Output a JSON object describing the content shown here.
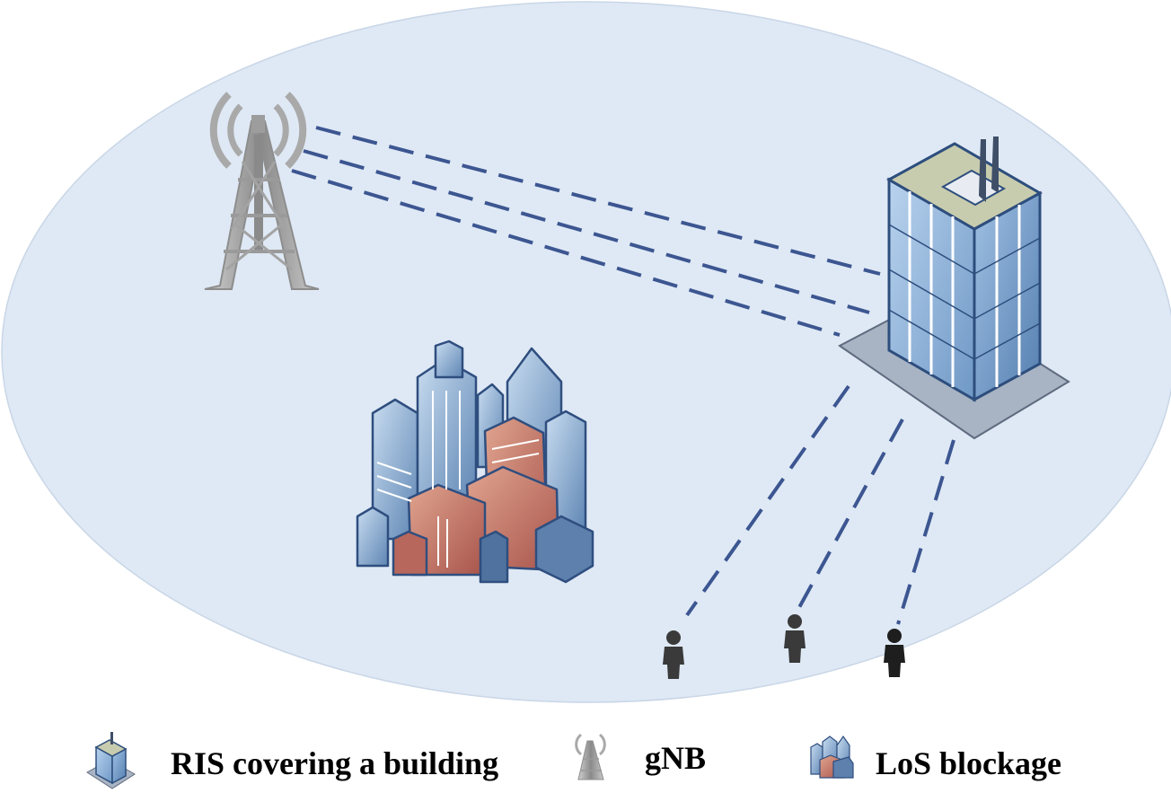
{
  "legend": {
    "ris_label": "RIS covering a building",
    "gnb_label": "gNB",
    "blockage_label": "LoS blockage"
  },
  "colors": {
    "coverage_area": "#dfe9f5",
    "link_line": "#3c5691",
    "building_glass": "#8fb4da",
    "tower_gray": "#9a9a9a",
    "user_gray": "#3a3a3a",
    "blockage_brick": "#b4665a"
  },
  "icons": [
    "gnb-tower-icon",
    "ris-building-icon",
    "city-blockage-icon",
    "user-icon"
  ]
}
